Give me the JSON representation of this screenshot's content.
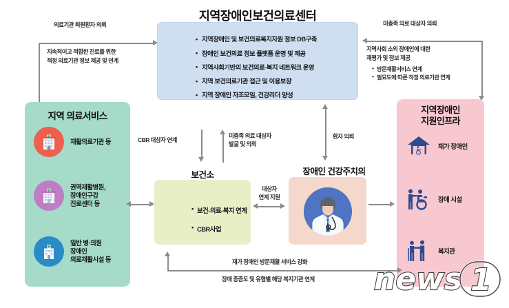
{
  "center": {
    "title": "지역장애인보건의료센터",
    "items": [
      "지역장애인 및 보건의료복지자원 정보 DB구축",
      "장애인 보건의료 정보 플랫폼 운영 및 제공",
      "지역사회기반의 보건의료-복지 네트워크 운영",
      "지역 보건의료기관 접근 및 이용보장",
      "지역 장애인 자조모임, 건강리더 양성"
    ],
    "color": "#cfdff1"
  },
  "left_panel": {
    "title": "지역 의료서비스",
    "color": "#a5dbc8",
    "items": [
      {
        "label": "재활의료기관 등",
        "icon": "hospital-icon",
        "circle_color": "#ef5f4e"
      },
      {
        "label": "권역재활병원,\n장애인구강\n진료센터 등",
        "icon": "clinic-icon",
        "circle_color": "#bf7dc4"
      },
      {
        "label": "일반 병·의원\n장애인\n의료재활시설 등",
        "icon": "general-hospital-icon",
        "circle_color": "#2a8cc7"
      }
    ]
  },
  "right_panel": {
    "title": "지역장애인\n지원인프라",
    "color": "#f8c8d1",
    "items": [
      {
        "label": "재가 장애인",
        "icon": "home-wheelchair-icon"
      },
      {
        "label": "장애 시설",
        "icon": "caregiver-wheelchair-icon"
      },
      {
        "label": "복지관",
        "icon": "welfare-center-icon"
      }
    ]
  },
  "health_center": {
    "title": "보건소",
    "color": "#e8efc6",
    "items": [
      "보건-의료-복지 연계",
      "CBR사업"
    ]
  },
  "doctor": {
    "title": "장애인 건강주치의",
    "color": "#f6d7cb",
    "icon": "doctor-avatar-icon"
  },
  "connections": {
    "top_left_above": "의료기관 퇴원환자 의뢰",
    "top_left_below": "지속적이고 적합한 진료를 위한\n적정 의료기관 정보 제공 및 연계",
    "top_left_below_line1": "지속적이고 적합한 진료를 위한",
    "top_left_below_line2": "적정 의료기관 정보 제공 및 연계",
    "top_right_above": "미충족 의료 대상자 의뢰",
    "top_right_below_line1": "지역사회 소외 장애인에 대한",
    "top_right_below_line2": "재평가 및 정보 제공",
    "top_right_bullets": [
      "방문재활서비스 연계",
      "필요도에 따른 적정 의료기관 연계"
    ],
    "cbr": "CBR 대상자 연계",
    "unmet_line1": "미충족 의료 대상자",
    "unmet_line2": "발굴 및 의뢰",
    "patient_referral": "환자 의뢰",
    "target_support_line1": "대상자",
    "target_support_line2": "연계 지원",
    "bottom_above": "재가 장애인 방문재활 서비스 강화",
    "bottom_below": "장애 중증도 및 유형별 해당 복지기관 연계"
  },
  "watermark": {
    "text": "news",
    "numeral": "1"
  }
}
